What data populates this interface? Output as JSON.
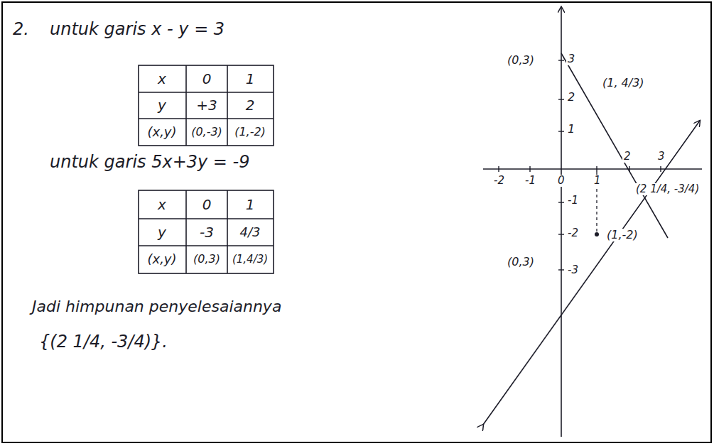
{
  "diagram": {
    "labels": [
      "2.",
      "untuk garis x - y = 3",
      "x",
      "0",
      "1",
      "y",
      "+3",
      "2",
      "(x,y)",
      "(0,-3)",
      "(1,-2)",
      "untuk garis 5x+3y = -9",
      "x",
      "0",
      "1",
      "y",
      "-3",
      "4/3",
      "(x,y)",
      "(0,3)",
      "(1,4/3)",
      "Jadi himpunan penyelesaiannya",
      "{(2 1/4, -3/4)}.",
      "(0,3)",
      "3",
      "2",
      "(1, 4/3)",
      "1",
      "-2",
      "-1",
      "0",
      "1",
      "2",
      "3",
      "-1",
      "(2 1/4, -3/4)",
      "-2",
      "(1,-2)",
      "(0,3)",
      "-3"
    ]
  }
}
